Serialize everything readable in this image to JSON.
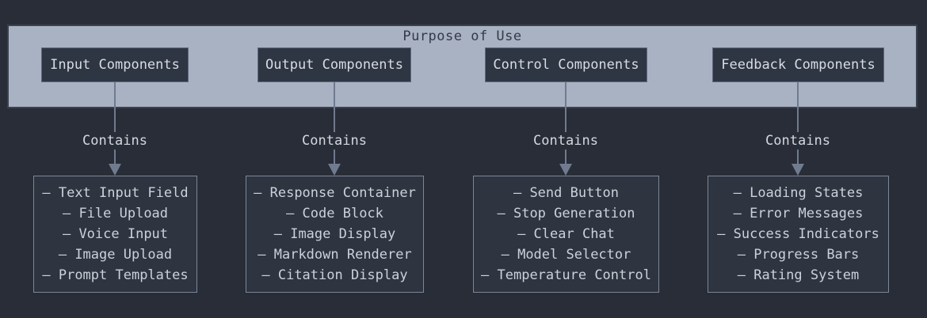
{
  "diagram": {
    "title": "Purpose of Use",
    "columns": [
      {
        "header": "Input Components",
        "edge_label": "Contains",
        "items": [
          "– Text Input Field",
          "– File Upload",
          "– Voice Input",
          "– Image Upload",
          "– Prompt Templates"
        ]
      },
      {
        "header": "Output Components",
        "edge_label": "Contains",
        "items": [
          "– Response Container",
          "– Code Block",
          "– Image Display",
          "– Markdown Renderer",
          "– Citation Display"
        ]
      },
      {
        "header": "Control Components",
        "edge_label": "Contains",
        "items": [
          "– Send Button",
          "– Stop Generation",
          "– Clear Chat",
          "– Model Selector",
          "– Temperature Control"
        ]
      },
      {
        "header": "Feedback Components",
        "edge_label": "Contains",
        "items": [
          "– Loading States",
          "– Error Messages",
          "– Success Indicators",
          "– Progress Bars",
          "– Rating System"
        ]
      }
    ],
    "colors": {
      "page_background": "#282d37",
      "container_fill": "#a9b2c3",
      "container_border": "#3a4150",
      "node_fill": "#2f3643",
      "node_border": "#606a7d",
      "list_node_fill": "#2e3440",
      "list_node_border": "#7d8799",
      "text_light": "#d8dce3",
      "text_dark": "#333a47",
      "edge": "#707b8f"
    }
  }
}
